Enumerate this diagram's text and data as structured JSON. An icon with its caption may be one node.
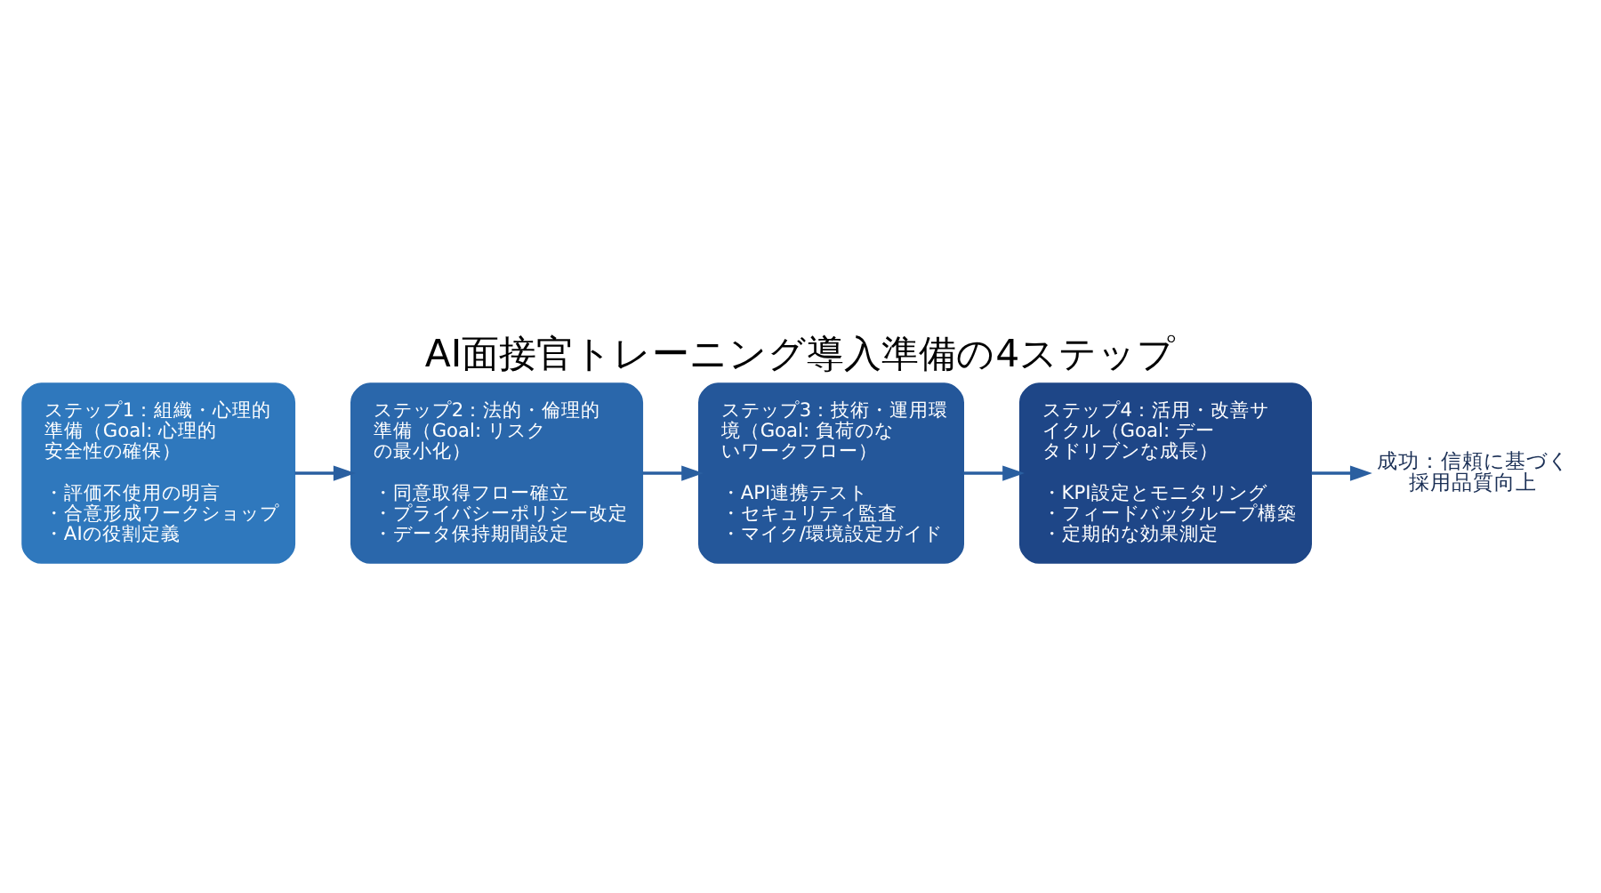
{
  "diagram": {
    "title": "AI面接官トレーニング導入準備の4ステップ",
    "nodes": [
      {
        "text": [
          "ステップ1：組織・心理的準備（Goal: 心理的安全性の確保）",
          "・評価不使用の明言",
          "・合意形成ワークショップ",
          "・AIの役割定義"
        ]
      },
      {
        "text": [
          "ステップ2：法的・倫理的準備（Goal: リスクの最小化）",
          "・同意取得フロー確立",
          "・プライバシーポリシー改定",
          "・データ保持期間設定"
        ]
      },
      {
        "text": [
          "ステップ3：技術・運用環境（Goal: 負荷のないワークフロー）",
          "・API連携テスト",
          "・セキュリティ監査",
          "・マイク/環境設定ガイド"
        ]
      },
      {
        "text": [
          "ステップ4：活用・改善サイクル（Goal: データドリブンな成長）",
          "・KPI設定とモニタリング",
          "・フィードバックループ構築",
          "・定期的な効果測定"
        ]
      },
      {
        "text": [
          "成功：信頼に基づく採用品質向上"
        ]
      }
    ],
    "edges": [
      {
        "from": 0,
        "to": 1,
        "arrow": "to"
      },
      {
        "from": 1,
        "to": 2,
        "arrow": "to"
      },
      {
        "from": 2,
        "to": 3,
        "arrow": "to"
      },
      {
        "from": 3,
        "to": 4,
        "arrow": "to"
      }
    ]
  }
}
